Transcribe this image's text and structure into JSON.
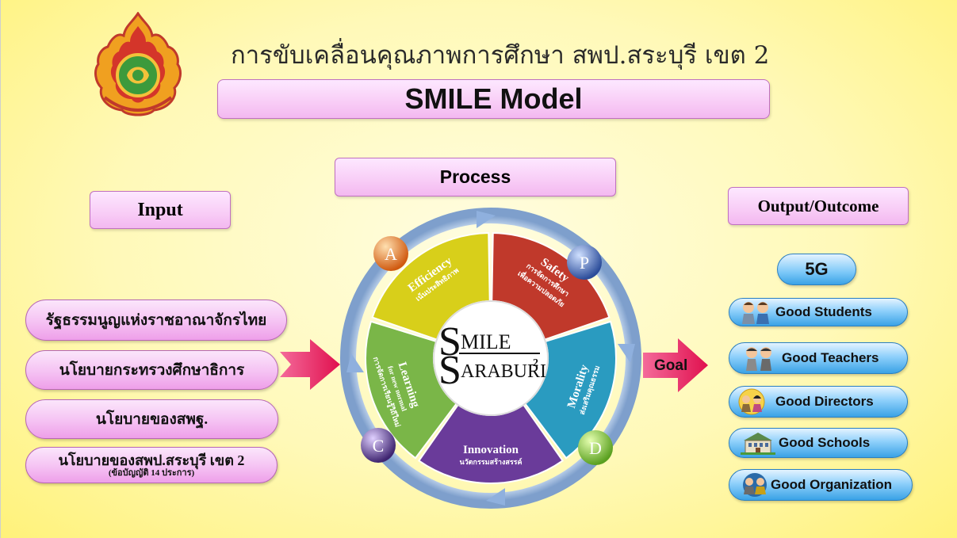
{
  "header": {
    "title": "การขับเคลื่อนคุณภาพการศึกษา สพป.สระบุรี เขต 2",
    "model_title": "SMILE Model"
  },
  "input": {
    "heading": "Input",
    "items": [
      {
        "label": "รัฐธรรมนูญแห่งราชอาณาจักรไทย",
        "sub": ""
      },
      {
        "label": "นโยบายกระทรวงศึกษาธิการ",
        "sub": ""
      },
      {
        "label": "นโยบายของสพฐ.",
        "sub": ""
      },
      {
        "label": "นโยบายของสพป.สระบุรี เขต 2",
        "sub": "(ข้อบัญญัติ 14 ประการ)"
      }
    ]
  },
  "process": {
    "heading": "Process",
    "center_line1": "MILE",
    "center_line2": "ARABURI",
    "center_sup": "2",
    "segments": [
      {
        "title": "Safety",
        "sub1": "การจัดการศึกษา",
        "sub2": "เพื่อความปลอดภัย",
        "color": "#c0392b"
      },
      {
        "title": "Morality",
        "sub1": "ส่งเสริมคุณธรรม",
        "sub2": "",
        "color": "#2a9bc0"
      },
      {
        "title": "Innovation",
        "sub1": "นวัตกรรมสร้างสรรค์",
        "sub2": "",
        "color": "#6a3b9a"
      },
      {
        "title": "Learning",
        "sub1": "for new normal",
        "sub2": "การจัดการเรียนรู้วิถีใหม่",
        "color": "#7ab648"
      },
      {
        "title": "Efficiency",
        "sub1": "เน้นประสิทธิภาพ",
        "sub2": "",
        "color": "#d8cf1a"
      }
    ],
    "pdca": [
      "P",
      "D",
      "C",
      "A"
    ]
  },
  "goal_label": "Goal",
  "output": {
    "heading": "Output/Outcome",
    "group": "5G",
    "items": [
      {
        "label": "Good Students",
        "icon": "students-icon"
      },
      {
        "label": "Good Teachers",
        "icon": "teachers-icon"
      },
      {
        "label": "Good Directors",
        "icon": "directors-icon"
      },
      {
        "label": "Good Schools",
        "icon": "school-building-icon"
      },
      {
        "label": "Good Organization",
        "icon": "organization-icon"
      }
    ]
  },
  "colors": {
    "background": "#fff9b8",
    "arrow": "#e8185a",
    "pink_box": "#f8ccf6",
    "blue_pill": "#5ab8f0"
  }
}
